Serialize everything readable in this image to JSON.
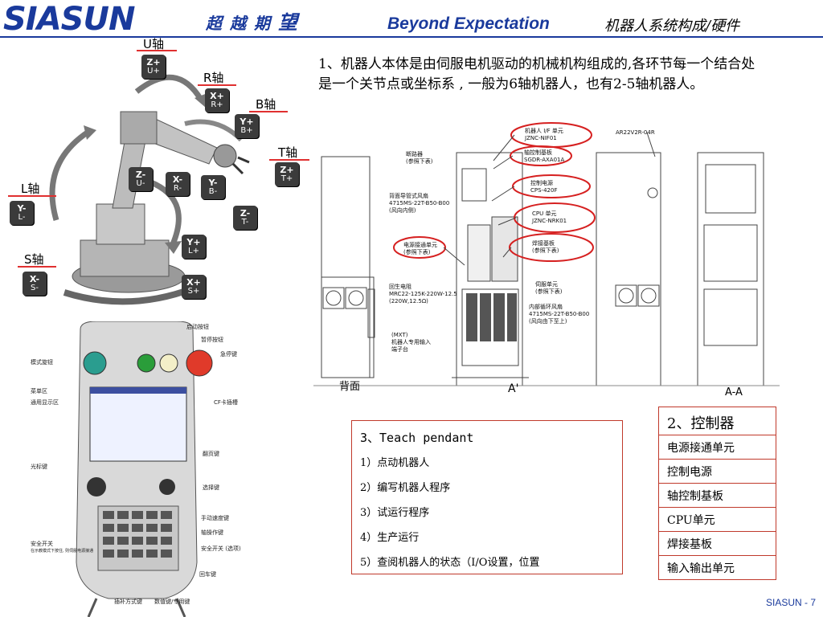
{
  "header": {
    "logo_text": "SIASUN",
    "slogan_cn_parts": [
      "超",
      "越",
      "期",
      "望"
    ],
    "slogan_en": "Beyond Expectation",
    "section_title": "机器人系统构成/硬件",
    "brand_color": "#1a3a9c"
  },
  "intro_text": "1、机器人本体是由伺服电机驱动的机械机构组成的,各环节每一个结合处是一个关节点或坐标系 , 一般为6轴机器人，也有2-5轴机器人。",
  "robot_axes": {
    "u_label": "U轴",
    "r_label": "R轴",
    "b_label": "B轴",
    "t_label": "T轴",
    "l_label": "L轴",
    "s_label": "S轴",
    "keys": {
      "z_plus": [
        "Z+",
        "U+"
      ],
      "x_plus_r": [
        "X+",
        "R+"
      ],
      "y_plus_b": [
        "Y+",
        "B+"
      ],
      "z_plus_t": [
        "Z+",
        "T+"
      ],
      "z_minus_u": [
        "Z-",
        "U-"
      ],
      "x_minus_r": [
        "X-",
        "R-"
      ],
      "y_minus_b": [
        "Y-",
        "B-"
      ],
      "y_minus_l": [
        "Y-",
        "L-"
      ],
      "z_minus_t": [
        "Z-",
        "T-"
      ],
      "y_plus_l": [
        "Y+",
        "L+"
      ],
      "x_minus_s": [
        "X-",
        "S-"
      ],
      "x_plus_s": [
        "X+",
        "S+"
      ]
    }
  },
  "controller_drawing": {
    "labels": {
      "robot_if": "机器人 I/F 单元",
      "robot_if_model": "JZNC-NIF01",
      "axis_board": "轴控制基板",
      "axis_board_model": "SGDR-AXA01A",
      "control_power": "控制电源",
      "control_power_model": "CPS-420F",
      "breaker": "断路器",
      "breaker_note": "(参照下表)",
      "back_fan": "背面导管式风扇",
      "back_fan_model": "4715MS-22T-B50-B00",
      "back_fan_dir": "(风向内侧)",
      "cpu": "CPU 单元",
      "cpu_model": "JZNC-NRK01",
      "power_unit": "电源接通单元",
      "power_unit_note": "(参照下表)",
      "weld_board": "焊接基板",
      "weld_board_note": "(参照下表)",
      "regen": "回生电阻",
      "regen_model": "MRC22-125K-220W-12.5",
      "regen_spec": "(220W,12.5Ω)",
      "servo": "伺服单元",
      "servo_note": "(参照下表)",
      "inner_fan": "内部循环风扇",
      "inner_fan_model": "4715MS-22T-B50-B00",
      "inner_fan_dir": "(风向由下至上)",
      "mxt": "(MXT)",
      "mxt_desc1": "机器人专用输入",
      "mxt_desc2": "端子台",
      "switch_model": "AR22V2R-04R",
      "back_view": "背面",
      "a_prime": "A'",
      "aa_view": "A-A"
    }
  },
  "pendant_labels": {
    "mode_knob": "模式旋钮",
    "start_btn": "启动按钮",
    "hold_btn": "暂停按钮",
    "estop_btn": "急停键",
    "menu_area": "菜单区",
    "display_area": "通用显示区",
    "cf_slot": "CF卡插槽",
    "cursor_key": "光标键",
    "page_key": "翻页键",
    "select_key": "选择键",
    "manual_speed": "手动速度键",
    "axis_key": "轴操作键",
    "safety_switch": "安全开关",
    "safety_switch_opt": "安全开关 (选项)",
    "enter_key": "回车键",
    "interp_key": "插补方式键",
    "num_key": "数值键/专用键",
    "safety_note": "在示教模式下按住, 则伺服电源接通"
  },
  "teach_pendant": {
    "title": "3、Teach pendant",
    "items": [
      "1）点动机器人",
      "2）编写机器人程序",
      "3）试运行程序",
      "4）生产运行",
      "5）查阅机器人的状态（I/O设置，位置"
    ]
  },
  "controller": {
    "title": "2、控制器",
    "items": [
      "电源接通单元",
      "控制电源",
      "轴控制基板",
      "CPU单元",
      "焊接基板",
      "输入输出单元"
    ],
    "border_color": "#c0392b"
  },
  "footer": {
    "page_label": "SIASUN - 7"
  }
}
